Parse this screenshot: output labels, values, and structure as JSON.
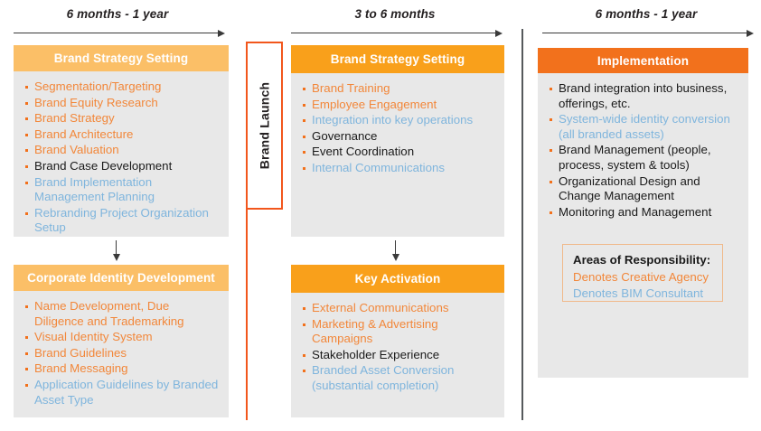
{
  "colors": {
    "header_light": "#fbbf67",
    "header_mid": "#f9a01b",
    "header_dark": "#f2711c",
    "panel_bg": "#e8e8e8",
    "creative_agency": "#f2873a",
    "bim_consultant": "#7fb5dd",
    "shared": "#1a1a1a",
    "gate_border": "#f2561c",
    "divider": "#55595c"
  },
  "timeline": {
    "phase_1_label": "6 months - 1 year",
    "phase_2_label": "3 to 6 months",
    "phase_3_label": "6 months - 1 year"
  },
  "gate": {
    "label": "Brand Launch"
  },
  "columns": [
    {
      "id": "phase-1",
      "panels": [
        {
          "id": "brand-strategy-setting-1",
          "title": "Brand Strategy Setting",
          "header_style": "light",
          "items": [
            {
              "text": "Segmentation/Targeting",
              "owner": "creative"
            },
            {
              "text": "Brand Equity Research",
              "owner": "creative"
            },
            {
              "text": "Brand Strategy",
              "owner": "creative"
            },
            {
              "text": "Brand Architecture",
              "owner": "creative"
            },
            {
              "text": "Brand Valuation",
              "owner": "creative"
            },
            {
              "text": "Brand Case Development",
              "owner": "shared"
            },
            {
              "text": "Brand Implementation Management Planning",
              "owner": "bim"
            },
            {
              "text": "Rebranding Project Organization Setup",
              "owner": "bim"
            }
          ]
        },
        {
          "id": "corporate-identity-development",
          "title": "Corporate Identity Development",
          "header_style": "light",
          "items": [
            {
              "text": "Name Development, Due Diligence and Trademarking",
              "owner": "creative"
            },
            {
              "text": "Visual Identity System",
              "owner": "creative"
            },
            {
              "text": "Brand Guidelines",
              "owner": "creative"
            },
            {
              "text": "Brand Messaging",
              "owner": "creative"
            },
            {
              "text": "Application Guidelines by Branded Asset Type",
              "owner": "bim"
            }
          ]
        }
      ]
    },
    {
      "id": "phase-2",
      "panels": [
        {
          "id": "brand-strategy-setting-2",
          "title": "Brand Strategy Setting",
          "header_style": "mid",
          "items": [
            {
              "text": "Brand Training",
              "owner": "creative"
            },
            {
              "text": "Employee Engagement",
              "owner": "creative"
            },
            {
              "text": "Integration into key operations",
              "owner": "bim"
            },
            {
              "text": "Governance",
              "owner": "shared"
            },
            {
              "text": "Event Coordination",
              "owner": "shared"
            },
            {
              "text": "Internal Communications",
              "owner": "bim"
            }
          ]
        },
        {
          "id": "key-activation",
          "title": "Key Activation",
          "header_style": "mid",
          "items": [
            {
              "text": "External Communications",
              "owner": "creative"
            },
            {
              "text": "Marketing & Advertising Campaigns",
              "owner": "creative"
            },
            {
              "text": "Stakeholder Experience",
              "owner": "shared"
            },
            {
              "text": "Branded Asset Conversion (substantial completion)",
              "owner": "bim"
            }
          ]
        }
      ]
    },
    {
      "id": "phase-3",
      "panels": [
        {
          "id": "implementation",
          "title": "Implementation",
          "header_style": "dark",
          "items": [
            {
              "text": "Brand integration into business, offerings, etc.",
              "owner": "shared"
            },
            {
              "text": "System-wide identity conversion (all branded assets)",
              "owner": "bim"
            },
            {
              "text": "Brand Management (people, process, system & tools)",
              "owner": "shared"
            },
            {
              "text": "Organizational Design and Change Management",
              "owner": "shared"
            },
            {
              "text": "Monitoring and Management",
              "owner": "shared"
            }
          ]
        }
      ]
    }
  ],
  "legend": {
    "title": "Areas of Responsibility:",
    "creative_agency": "Denotes Creative Agency",
    "bim_consultant": "Denotes BIM Consultant"
  }
}
